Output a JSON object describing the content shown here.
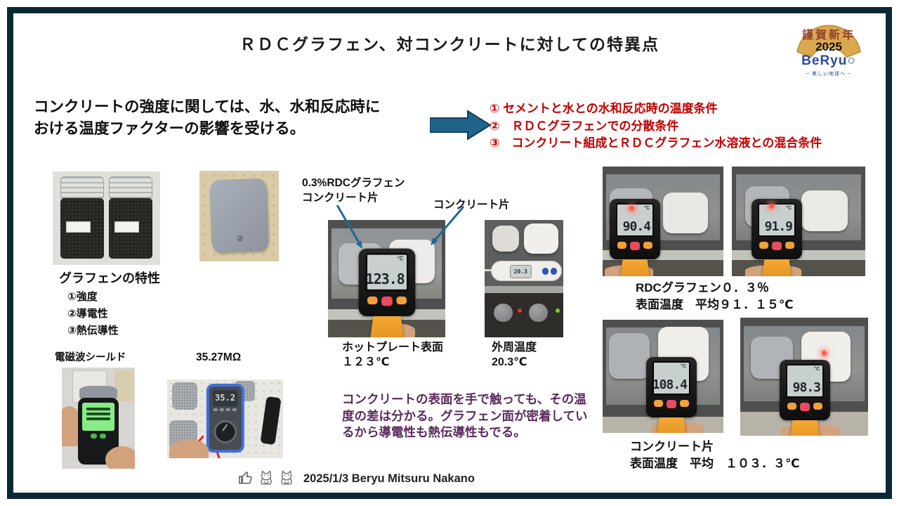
{
  "page": {
    "title": "ＲＤＣグラフェン、対コンクリートに対しての特異点",
    "border_color": "#0b2836",
    "background": "#ffffff"
  },
  "logo": {
    "greeting": "謹賀新年",
    "year": "2025",
    "brand": "BeRyu○",
    "tagline": "─ 美しい地球へ ─",
    "fan_color": "#d9a84f",
    "brand_color": "#2b4c9b"
  },
  "intro": {
    "line1": "コンクリートの強度に関しては、水、水和反応時に",
    "line2": "おける温度ファクターの影響を受ける。"
  },
  "conditions": {
    "color": "#c00000",
    "items": [
      "① セメントと水との水和反応時の温度条件",
      "②　ＲＤＣグラフェンでの分散条件",
      "③　コンクリート組成とＲＤＣグラフェン水溶液との混合条件"
    ]
  },
  "graphene": {
    "heading": "グラフェンの特性",
    "items": [
      "①強度",
      "②導電性",
      "③熱伝導性"
    ],
    "shield_label": "電磁波シールド",
    "resistance": "35.27MΩ"
  },
  "specimen_labels": {
    "rdc_line1": "0.3%RDCグラフェン",
    "rdc_line2": "コンクリート片",
    "plain": "コンクリート片"
  },
  "captions": {
    "hotplate_line1": "ホットプレート表面",
    "hotplate_line2": "１２３℃",
    "outer_line1": "外周温度",
    "outer_line2": "20.3℃",
    "rdc_line1": "RDCグラフェン０．３％",
    "rdc_line2": "表面温度　平均９１．１５℃",
    "plain_line1": "コンクリート片",
    "plain_line2": "表面温度　平均　１０３．３℃"
  },
  "readings": {
    "hotplate_gun": "123.8",
    "outer_stick": "20.3",
    "rdc_a": "90.4",
    "rdc_b": "91.9",
    "plain_a": "108.4",
    "plain_b": "98.3",
    "multimeter": "35.2",
    "unit": "°C"
  },
  "comment": {
    "color": "#5b2a5e",
    "text": "コンクリートの表面を手で触っても、その温度の差は分かる。グラフェン面が密着しているから導電性も熱伝導性もでる。"
  },
  "photos": {
    "concrete_square_mark": "②"
  },
  "footer": {
    "credit": "2025/1/3 Beryu Mitsuru Nakano",
    "icons": [
      "thumbs-up",
      "maneki-neko",
      "maneki-neko"
    ]
  }
}
